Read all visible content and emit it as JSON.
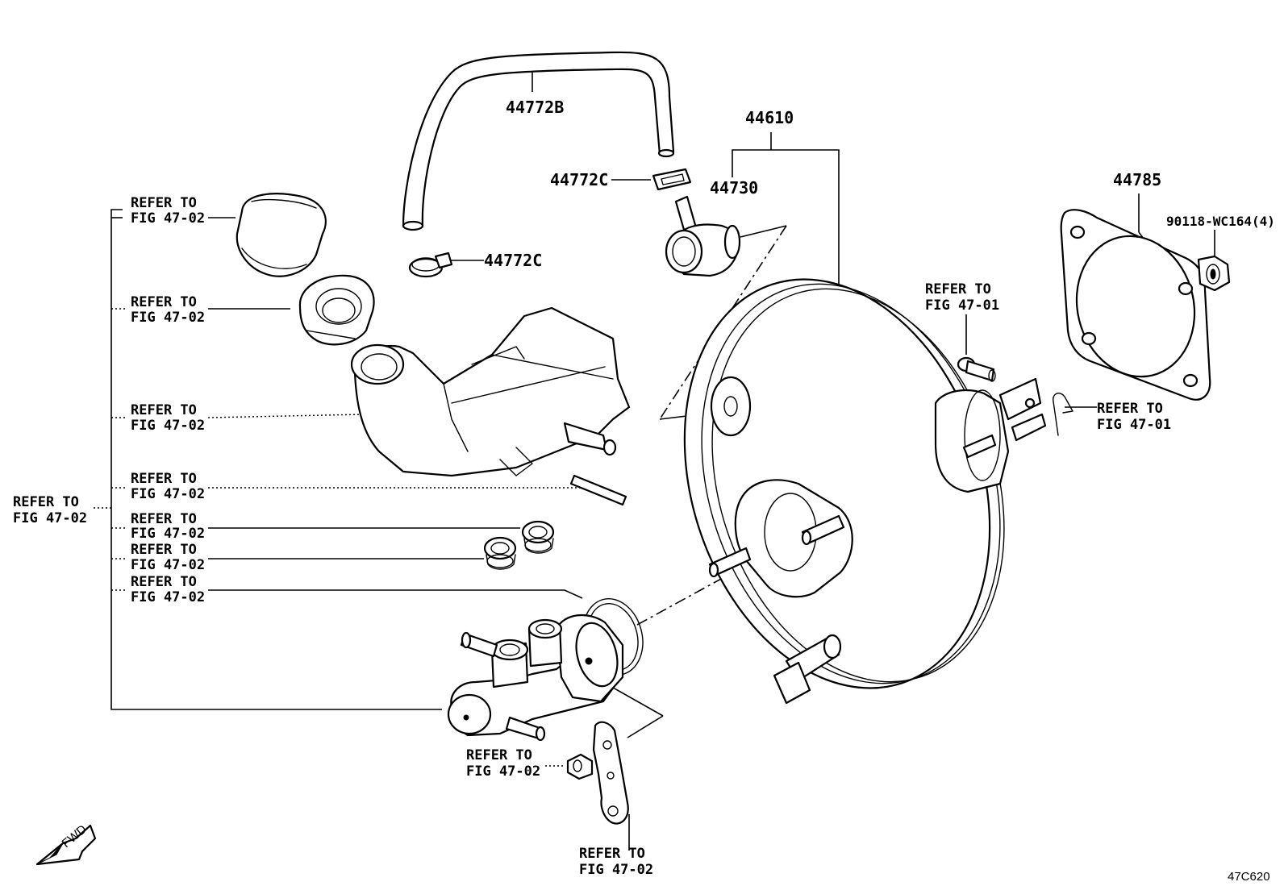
{
  "figure_code": "47C620",
  "fwd_label": "FWD",
  "part_numbers": {
    "hose": "44772B",
    "clip_upper": "44772C",
    "clip_lower": "44772C",
    "booster_assy": "44610",
    "check_valve": "44730",
    "gasket": "44785",
    "nut": "90118-WC164(4)"
  },
  "references": {
    "ref_to": "REFER TO",
    "fig_47_02": "FIG 47-02",
    "fig_47_01": "FIG 47-01"
  },
  "icons": {
    "fwd": "fwd-arrow-icon"
  }
}
